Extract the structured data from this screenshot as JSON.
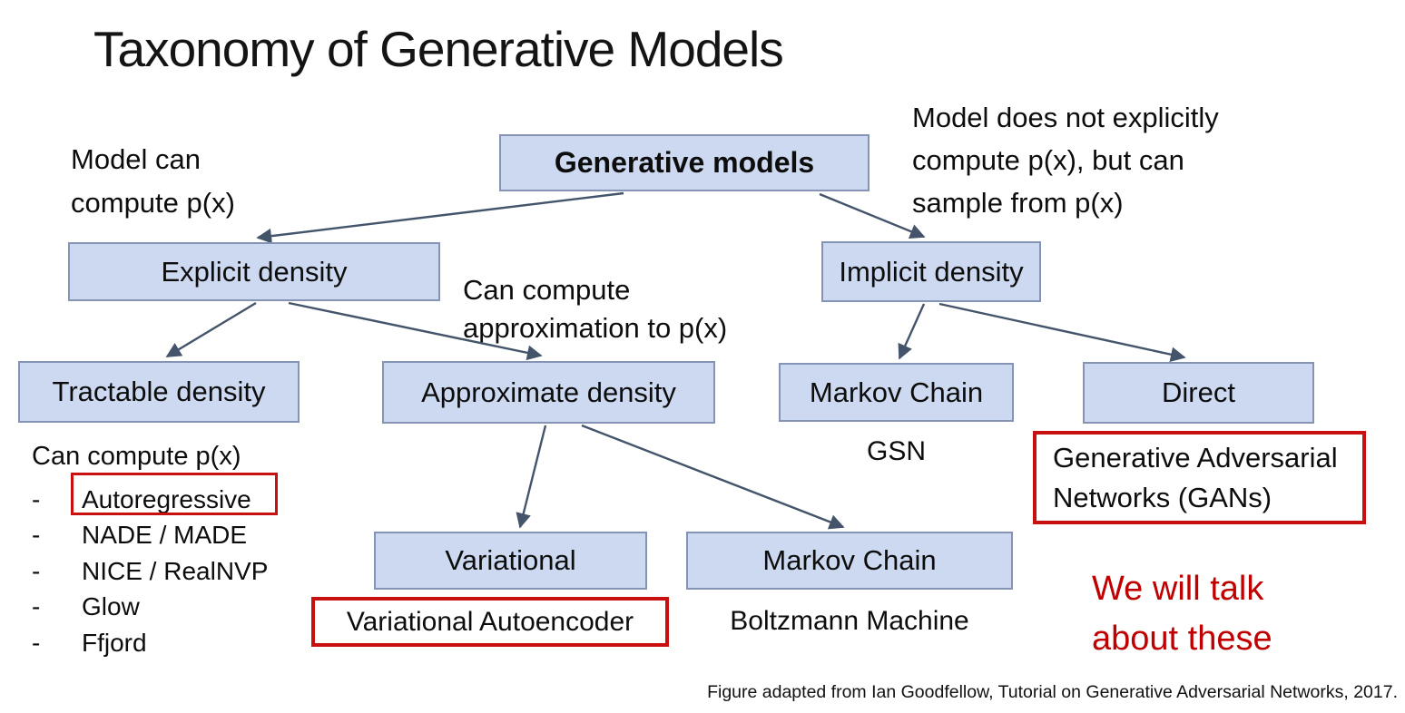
{
  "slide": {
    "title": "Taxonomy of Generative Models",
    "caption": "Figure adapted from Ian Goodfellow, Tutorial on Generative Adversarial Networks, 2017."
  },
  "annotations": {
    "left": {
      "lines": [
        "Model can",
        "compute p(x)"
      ]
    },
    "right": {
      "lines": [
        "Model does not explicitly",
        "compute p(x), but can",
        "sample from p(x)"
      ]
    },
    "mid": {
      "lines": [
        "Can compute",
        "approximation to p(x)"
      ]
    },
    "callout": {
      "lines": [
        "We will talk",
        "about these"
      ]
    }
  },
  "nodes": {
    "root": "Generative models",
    "explicit": "Explicit density",
    "implicit": "Implicit density",
    "tractable": "Tractable density",
    "approximate": "Approximate density",
    "markov_top": "Markov Chain",
    "direct": "Direct",
    "variational": "Variational",
    "markov_bottom": "Markov Chain"
  },
  "labels": {
    "gsn": "GSN",
    "gan": {
      "lines": [
        "Generative Adversarial",
        "Networks (GANs)"
      ]
    },
    "vae": "Variational Autoencoder",
    "boltzmann": "Boltzmann Machine"
  },
  "tractable_list": {
    "header": "Can compute p(x)",
    "bullet": "-",
    "items": [
      "Autoregressive",
      "NADE / MADE",
      "NICE / RealNVP",
      "Glow",
      "Ffjord"
    ]
  },
  "colors": {
    "node_fill": "#ccd9f0",
    "node_border": "#8594b4",
    "arrow": "#44546a",
    "red_text": "#c00000",
    "red_border": "#c81010"
  }
}
